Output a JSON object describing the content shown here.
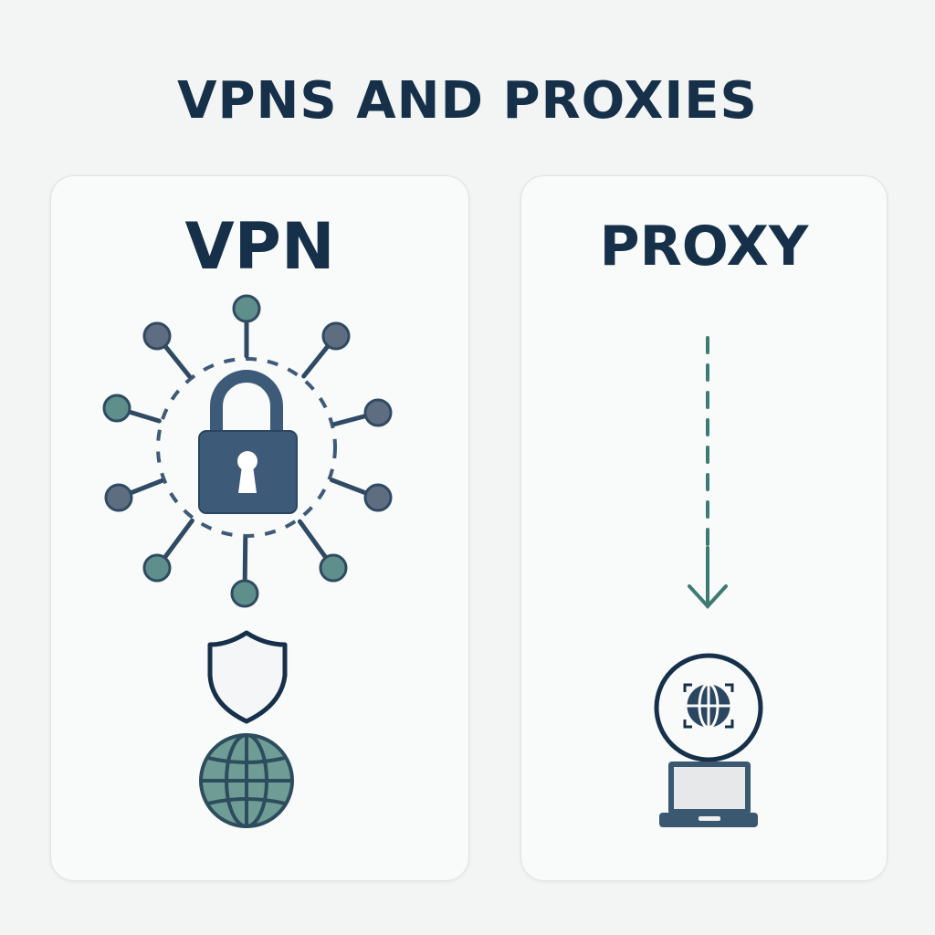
{
  "title": "VPNS AND PROXIES",
  "vpn": {
    "label": "VPN",
    "icons": [
      "lock-network-icon",
      "shield-icon",
      "globe-icon"
    ]
  },
  "proxy": {
    "label": "PROXY",
    "icons": [
      "dashed-arrow-down-icon",
      "globe-scan-icon",
      "laptop-icon"
    ]
  },
  "colors": {
    "navy": "#16304a",
    "slate": "#3d5a78",
    "teal": "#5f8f8a",
    "gray_node": "#5e6e80",
    "background": "#f3f4f4"
  }
}
